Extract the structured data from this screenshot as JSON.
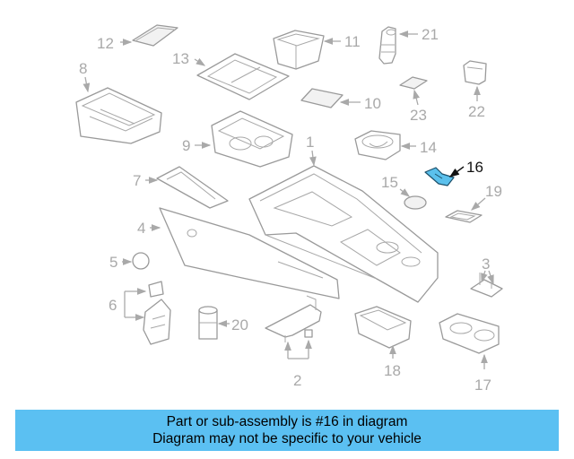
{
  "diagram": {
    "callouts": [
      "1",
      "2",
      "3",
      "4",
      "5",
      "6",
      "7",
      "8",
      "9",
      "10",
      "11",
      "12",
      "13",
      "14",
      "15",
      "16",
      "17",
      "18",
      "19",
      "20",
      "21",
      "22",
      "23"
    ],
    "highlighted_callout": "16",
    "highlight_color": "#5bc0ec"
  },
  "banner": {
    "line1": "Part or sub-assembly is #16 in diagram",
    "line2": "Diagram may not be specific to your vehicle",
    "background": "#5bc0f2"
  }
}
